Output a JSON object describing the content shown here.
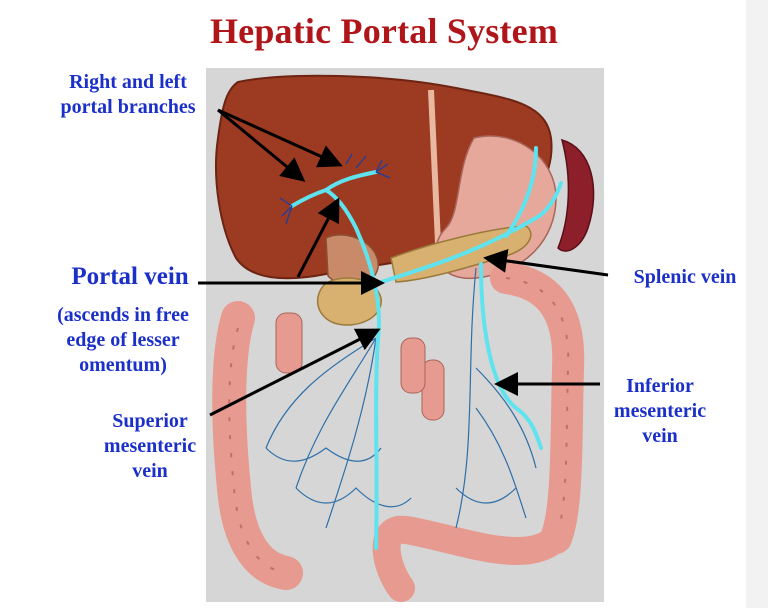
{
  "title": "Hepatic Portal System",
  "labels": {
    "branches_1": "Right and left",
    "branches_2": "portal branches",
    "portal_vein": "Portal vein",
    "portal_note_1": "(ascends in free",
    "portal_note_2": "edge of lesser",
    "portal_note_3": "omentum)",
    "superior_1": "Superior",
    "superior_2": "mesenteric",
    "superior_3": "vein",
    "splenic": "Splenic vein",
    "inferior_1": "Inferior",
    "inferior_2": "mesenteric",
    "inferior_3": "vein"
  },
  "colors": {
    "title": "#b0151a",
    "label": "#1b2fc9",
    "vein": "#5fe3ee",
    "liver": "#9c3a22",
    "intestine": "#e79a8f",
    "spleen": "#8c1f2a",
    "panel": "#d6d6d6"
  }
}
